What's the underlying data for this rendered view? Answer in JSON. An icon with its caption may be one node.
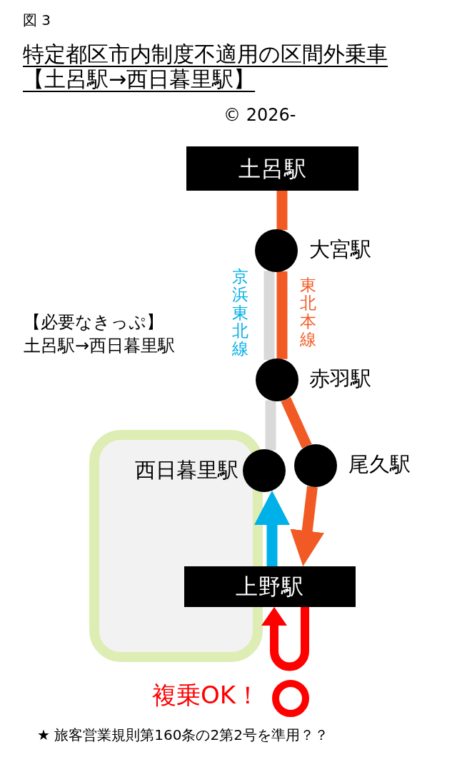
{
  "diagram": {
    "title": "特定都区市内制度不適用の区間外乗車【土呂駅→西日暮里駅】",
    "nodes": [
      {
        "text": [
          "土呂駅"
        ]
      },
      {
        "text": [],
        "shape": "circle",
        "beside": [
          "大宮駅"
        ]
      },
      {
        "text": [],
        "shape": "circle",
        "beside": [
          "赤羽駅"
        ]
      },
      {
        "text": [],
        "shape": "box"
      },
      {
        "text": [],
        "shape": "circle",
        "beside": [
          "西日暮里駅"
        ]
      },
      {
        "text": [],
        "shape": "circle",
        "beside": [
          "尾久駅"
        ]
      },
      {
        "text": [
          "上野駅"
        ]
      }
    ],
    "edges": [
      {
        "from": 0,
        "to": 1,
        "arrow": "none"
      },
      {
        "from": 1,
        "to": 2,
        "arrow": "none",
        "label": "東北本線"
      },
      {
        "from": 1,
        "to": 2,
        "arrow": "none",
        "label": "京浜東北線",
        "color": "#d9d9d9"
      },
      {
        "from": 2,
        "to": 4,
        "arrow": "none",
        "color": "#d9d9d9"
      },
      {
        "from": 2,
        "to": 5,
        "arrow": "none"
      },
      {
        "from": 5,
        "to": 6,
        "arrow": "to"
      },
      {
        "from": 6,
        "to": 4,
        "arrow": "to",
        "color": "#00b0e8"
      },
      {
        "from": 6,
        "to": 6,
        "arrow": "to",
        "color": "#ff0000"
      }
    ],
    "labels": [
      "図 3",
      "© 2026-",
      "【必要なきっぷ】",
      "土呂駅→西日暮里駅",
      "複乗OK！",
      "★ 旅客営業規則第160条の2第2号を準用？？"
    ]
  }
}
